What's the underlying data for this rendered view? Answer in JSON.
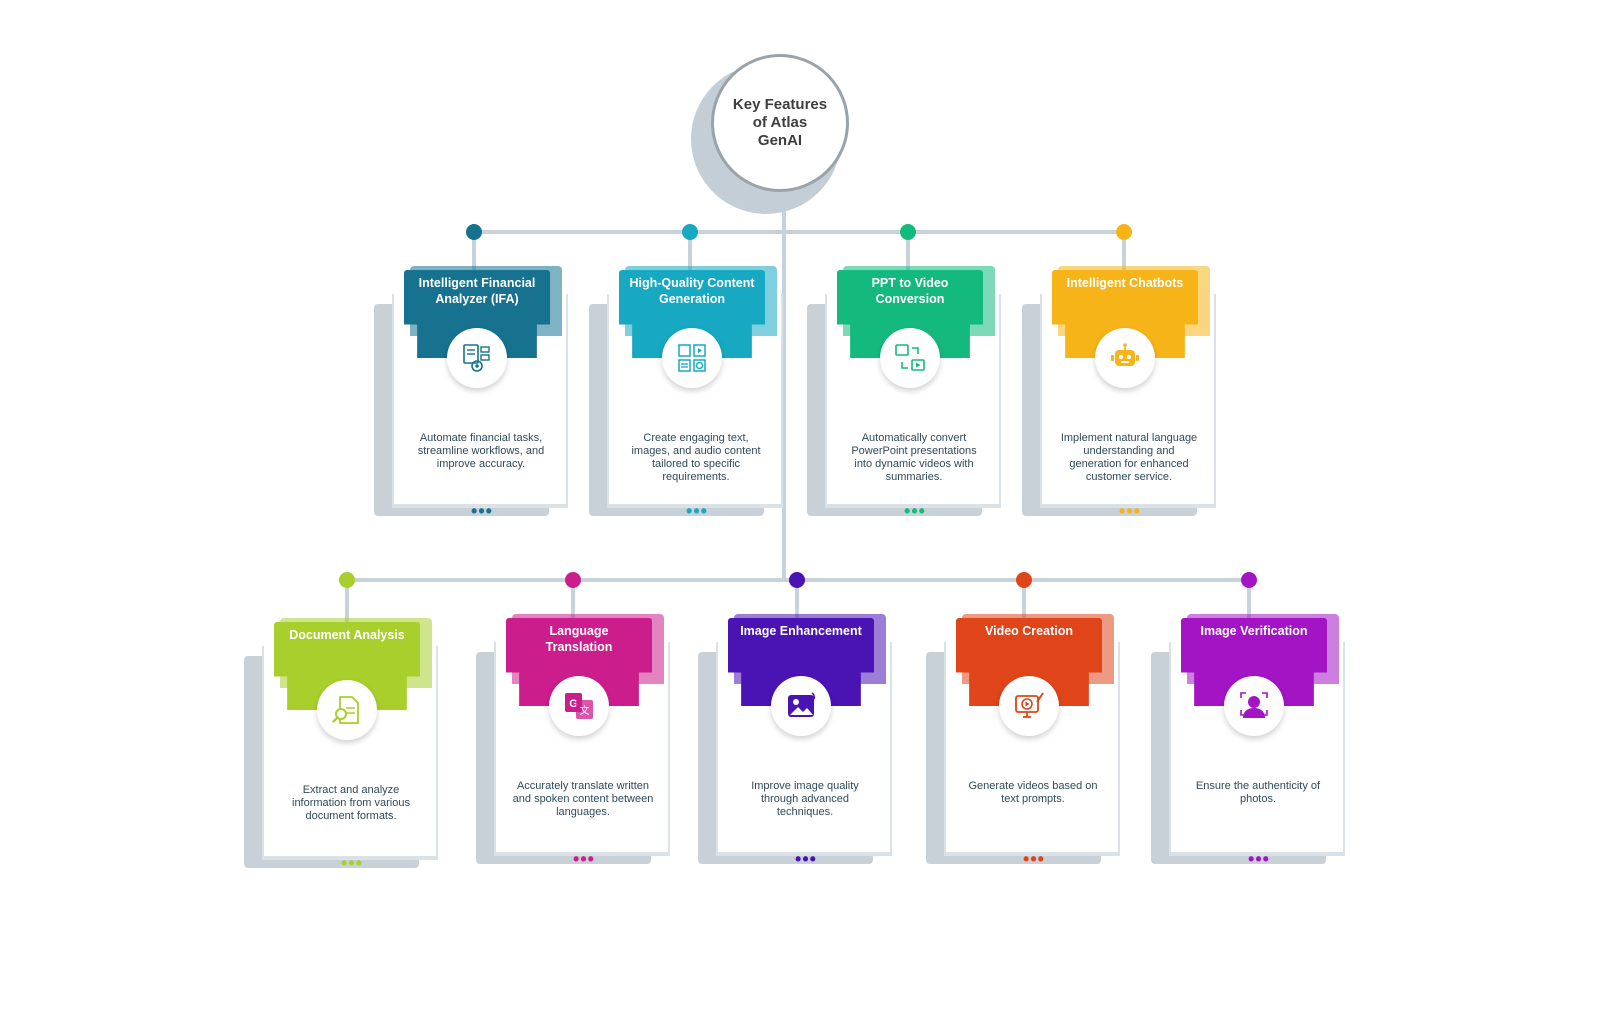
{
  "hub": {
    "title": "Key Features of Atlas GenAI"
  },
  "features": [
    {
      "title": "Intelligent Financial Analyzer (IFA)",
      "description": "Automate financial tasks, streamline workflows, and improve accuracy.",
      "color": "#16728f",
      "icon": "financial-analyzer-icon",
      "more": "•••"
    },
    {
      "title": "High-Quality Content Generation",
      "description": "Create engaging text, images, and audio content tailored to specific requirements.",
      "color": "#17a8c2",
      "icon": "content-generation-icon",
      "more": "•••"
    },
    {
      "title": "PPT to Video Conversion",
      "description": "Automatically convert PowerPoint presentations into dynamic videos with summaries.",
      "color": "#14b97d",
      "icon": "ppt-to-video-icon",
      "more": "•••"
    },
    {
      "title": "Intelligent Chatbots",
      "description": "Implement natural language understanding and generation for enhanced customer service.",
      "color": "#f6b418",
      "icon": "chatbot-icon",
      "more": "•••"
    },
    {
      "title": "Document Analysis",
      "description": "Extract and analyze information from various document formats.",
      "color": "#a8cf2c",
      "icon": "document-analysis-icon",
      "more": "•••"
    },
    {
      "title": "Language Translation",
      "description": "Accurately translate written and spoken content between languages.",
      "color": "#cc1d8c",
      "icon": "translation-icon",
      "more": "•••"
    },
    {
      "title": "Image Enhancement",
      "description": "Improve image quality through advanced techniques.",
      "color": "#4a14b4",
      "icon": "image-enhancement-icon",
      "more": "•••"
    },
    {
      "title": "Video Creation",
      "description": "Generate videos based on text prompts.",
      "color": "#e0451a",
      "icon": "video-creation-icon",
      "more": "•••"
    },
    {
      "title": "Image Verification",
      "description": "Ensure the authenticity of photos.",
      "color": "#a315c4",
      "icon": "image-verification-icon",
      "more": "•••"
    }
  ]
}
